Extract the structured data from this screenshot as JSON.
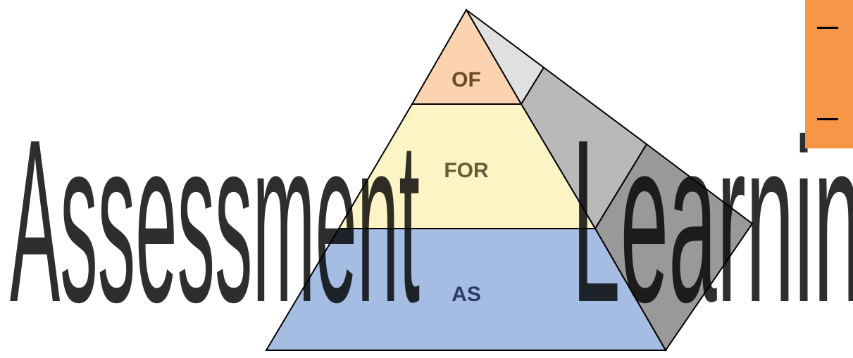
{
  "words": {
    "first": "Assessment",
    "second": "Learning"
  },
  "pyramid": {
    "levels": [
      {
        "label": "OF",
        "color": "#fbd3b0"
      },
      {
        "label": "FOR",
        "color": "#fcf4c4"
      },
      {
        "label": "AS",
        "color": "#a5bde2"
      }
    ],
    "side_colors": [
      "#e0e0e0",
      "#b9b9b9",
      "#999999"
    ]
  },
  "colors": {
    "accent_box": "#f79646",
    "text": "#000000",
    "label_text": "#6a4a2a"
  }
}
